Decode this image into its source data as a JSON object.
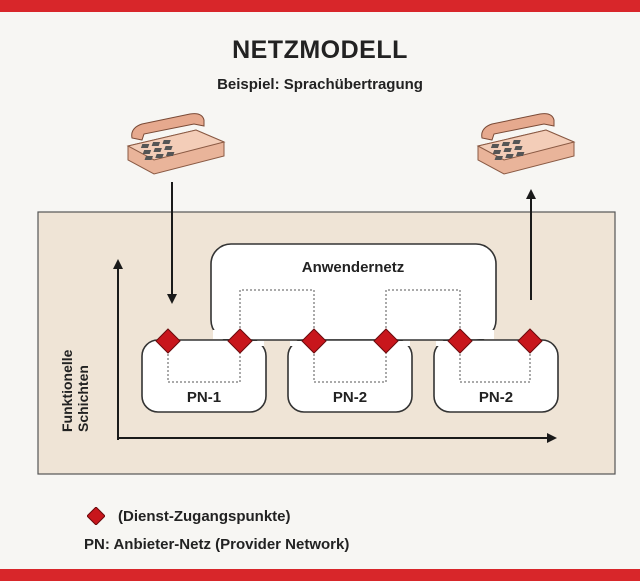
{
  "header": {
    "title": "NETZMODELL",
    "subtitle": "Beispiel: Sprachübertragung"
  },
  "diagram": {
    "user_network_label": "Anwendernetz",
    "axis_label_line1": "Funktionelle",
    "axis_label_line2": "Schichten",
    "providers": [
      {
        "label": "PN-1"
      },
      {
        "label": "PN-2"
      },
      {
        "label": "PN-2"
      }
    ]
  },
  "legend": {
    "access_point_text": "(Dienst-Zugangspunkte)",
    "pn_abbrev": "PN:",
    "pn_text": "Anbieter-Netz (Provider Network)"
  },
  "colors": {
    "accent_red": "#d8262a",
    "diamond_red": "#c8161c",
    "panel_beige": "#efe4d6"
  },
  "icons": [
    "telephone-icon",
    "access-point-diamond-icon"
  ]
}
